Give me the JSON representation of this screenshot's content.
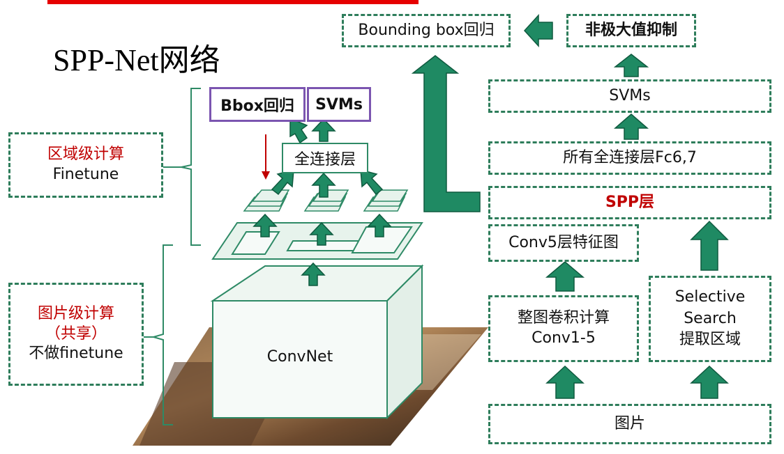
{
  "title": "SPP-Net网络",
  "left_labels": {
    "region": {
      "line1": "区域级计算",
      "line2": "Finetune"
    },
    "image": {
      "line1": "图片级计算",
      "line2": "（共享）",
      "line3": "不做finetune"
    }
  },
  "network": {
    "bbox_label": "Bbox回归",
    "svms_label": "SVMs",
    "fc_label": "全连接层",
    "convnet_label": "ConvNet"
  },
  "pipeline": {
    "bounding_box": "Bounding box回归",
    "nms": "非极大值抑制",
    "svms": "SVMs",
    "fc": "所有全连接层Fc6,7",
    "spp": "SPP层",
    "conv5": "Conv5层特征图",
    "conv_line1": "整图卷积计算",
    "conv_line2": "Conv1-5",
    "ss_line1": "Selective",
    "ss_line2": "Search",
    "ss_line3": "提取区域",
    "image": "图片"
  },
  "colors": {
    "green": "#1f8a63",
    "dashed": "#2e7d5b",
    "purple": "#7b55b0",
    "red": "#c00000"
  }
}
